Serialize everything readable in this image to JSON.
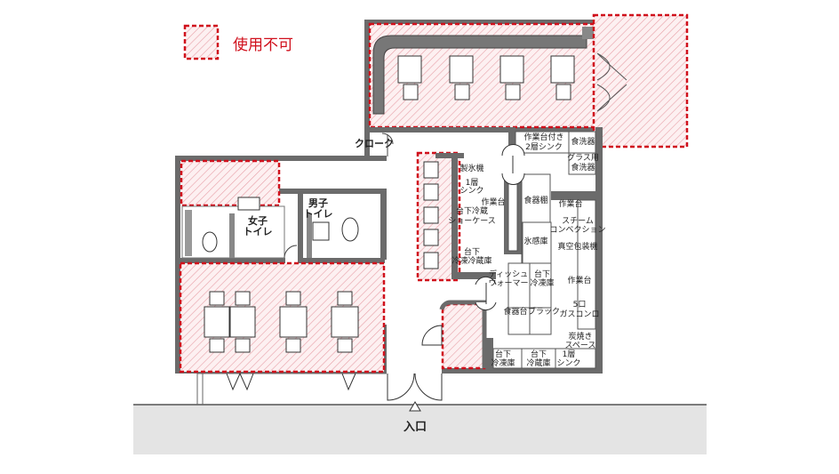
{
  "legend": {
    "label": "使用不可",
    "color": "#d0101c"
  },
  "colors": {
    "wall": "#6b6b6b",
    "street": "#e4e4e4",
    "hatch": "#e8a0a8",
    "unavailable": "#fbe8ea"
  },
  "rooms": {
    "cloak": "クローク",
    "womens_toilet": [
      "女子",
      "トイレ"
    ],
    "mens_toilet": [
      "男子",
      "トイレ"
    ],
    "entrance": "入口"
  },
  "kitchen": {
    "sink2_worktable": [
      "作業台付き",
      "2層シンク"
    ],
    "dishwasher": "食洗器",
    "glass_dishwasher": [
      "グラス用",
      "食洗器"
    ],
    "ice_machine": "製氷機",
    "sink1_top": [
      "1層",
      "シンク"
    ],
    "showcase": [
      "台下冷蔵",
      "ショーケース"
    ],
    "worktable_center": "作業台",
    "cupboard": "食器棚",
    "ice_storage": "氷感庫",
    "worktable_right": "作業台",
    "steam_convection": [
      "スチーム",
      "コンベクション"
    ],
    "vacuum_packer": "真空包装機",
    "freezer_fridge": [
      "台下",
      "冷凍冷蔵庫"
    ],
    "dish_warmer": [
      "ディッシュ",
      "ウォーマー"
    ],
    "freezer_mid": [
      "台下",
      "冷凍庫"
    ],
    "worktable_right2": "作業台",
    "gas_stove": [
      "5口",
      "ガスコンロ"
    ],
    "dish_table": "食器台",
    "rack": "ブラック",
    "charcoal": [
      "炭焼き",
      "スペース"
    ],
    "freezer_bottom": [
      "台下",
      "冷凍庫"
    ],
    "fridge_bottom": [
      "台下",
      "冷蔵庫"
    ],
    "sink1_bottom": [
      "1層",
      "シンク"
    ]
  }
}
